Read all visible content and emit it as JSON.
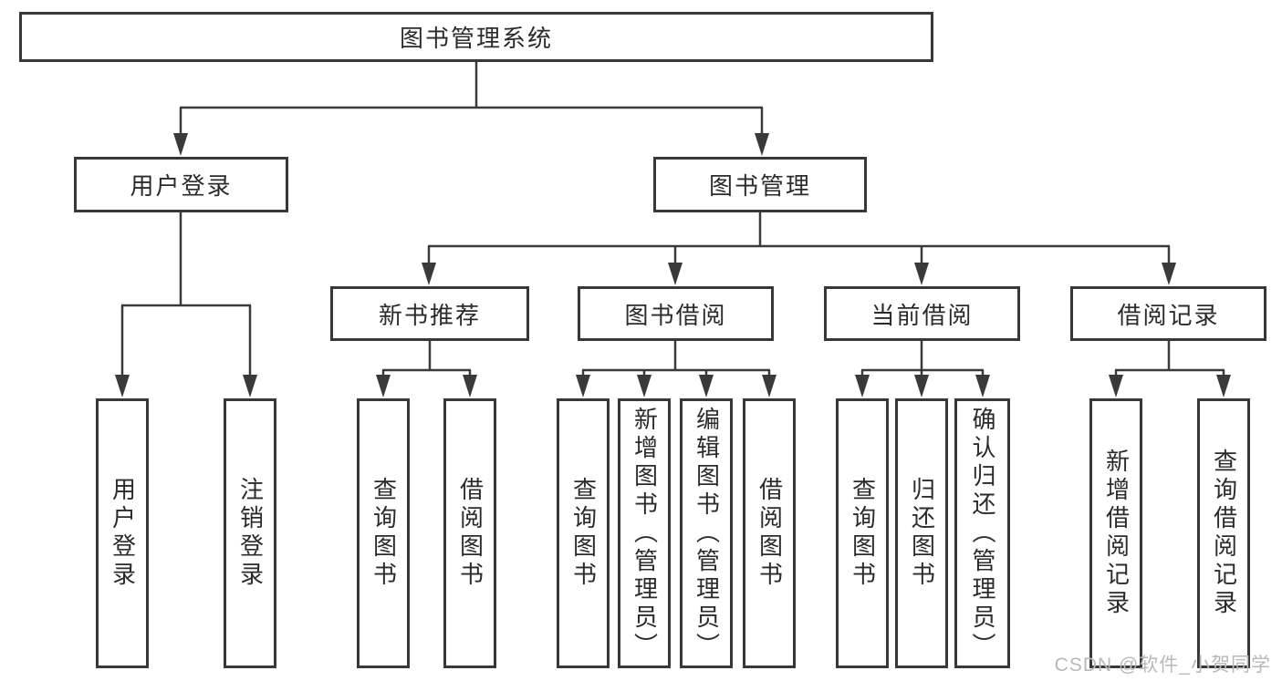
{
  "diagram": {
    "title": "图书管理系统",
    "root": {
      "label": "图书管理系统"
    },
    "branches": {
      "user_login": {
        "label": "用户登录",
        "children": {
          "login": {
            "label": "用户登录"
          },
          "logout": {
            "label": "注销登录"
          }
        }
      },
      "book_mgmt": {
        "label": "图书管理",
        "children": {
          "new_book_rec": {
            "label": "新书推荐",
            "children": {
              "query": {
                "label": "查询图书"
              },
              "borrow": {
                "label": "借阅图书"
              }
            }
          },
          "book_borrow": {
            "label": "图书借阅",
            "children": {
              "query": {
                "label": "查询图书"
              },
              "add": {
                "label": "新增图书（管理员）"
              },
              "edit": {
                "label": "编辑图书（管理员）"
              },
              "borrow": {
                "label": "借阅图书"
              }
            }
          },
          "current_borrow": {
            "label": "当前借阅",
            "children": {
              "query": {
                "label": "查询图书"
              },
              "return": {
                "label": "归还图书"
              },
              "confirm": {
                "label": "确认归还（管理员）"
              }
            }
          },
          "borrow_records": {
            "label": "借阅记录",
            "children": {
              "add": {
                "label": "新增借阅记录"
              },
              "query": {
                "label": "查询借阅记录"
              }
            }
          }
        }
      }
    }
  },
  "colors": {
    "line": "#3a3a3a",
    "box_border": "#383838",
    "text": "#2b2b2b",
    "watermark": "#b9b9b9",
    "background": "#ffffff"
  },
  "watermark": {
    "text": "CSDN @软件_小贺同学"
  }
}
